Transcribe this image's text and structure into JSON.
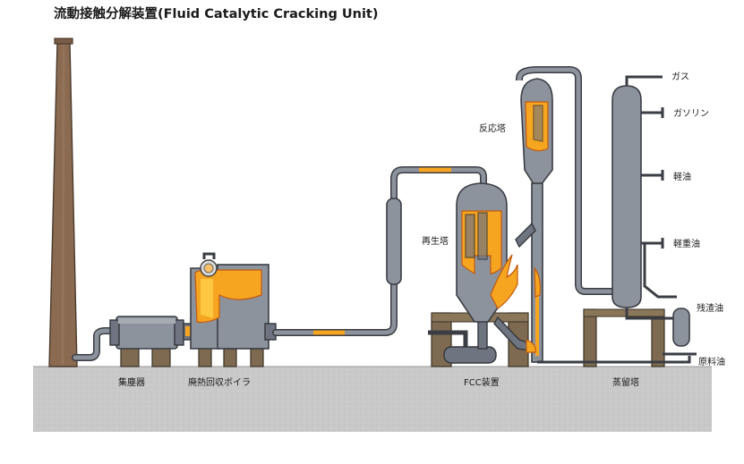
{
  "title": "流動接触分解装置(Fluid Catalytic Cracking Unit)",
  "labels": {
    "dust_collector": "集塵器",
    "waste_heat_boiler": "廃熱回収ボイラ",
    "fcc_unit": "FCC装置",
    "distillation_tower": "蒸留塔",
    "reactor": "反応塔",
    "regenerator": "再生塔"
  },
  "products": {
    "gas": "ガス",
    "gasoline": "ガソリン",
    "light_oil": "軽油",
    "light_heavy_oil": "軽重油",
    "residual_oil": "残渣油",
    "feedstock": "原料油"
  },
  "colors": {
    "ground": "#c9c9c9",
    "metal": "#8d939c",
    "pipe": "#3a3d44",
    "fire": "#f6a521",
    "frame": "#7d6a50",
    "chimney": "#8a6b52"
  }
}
